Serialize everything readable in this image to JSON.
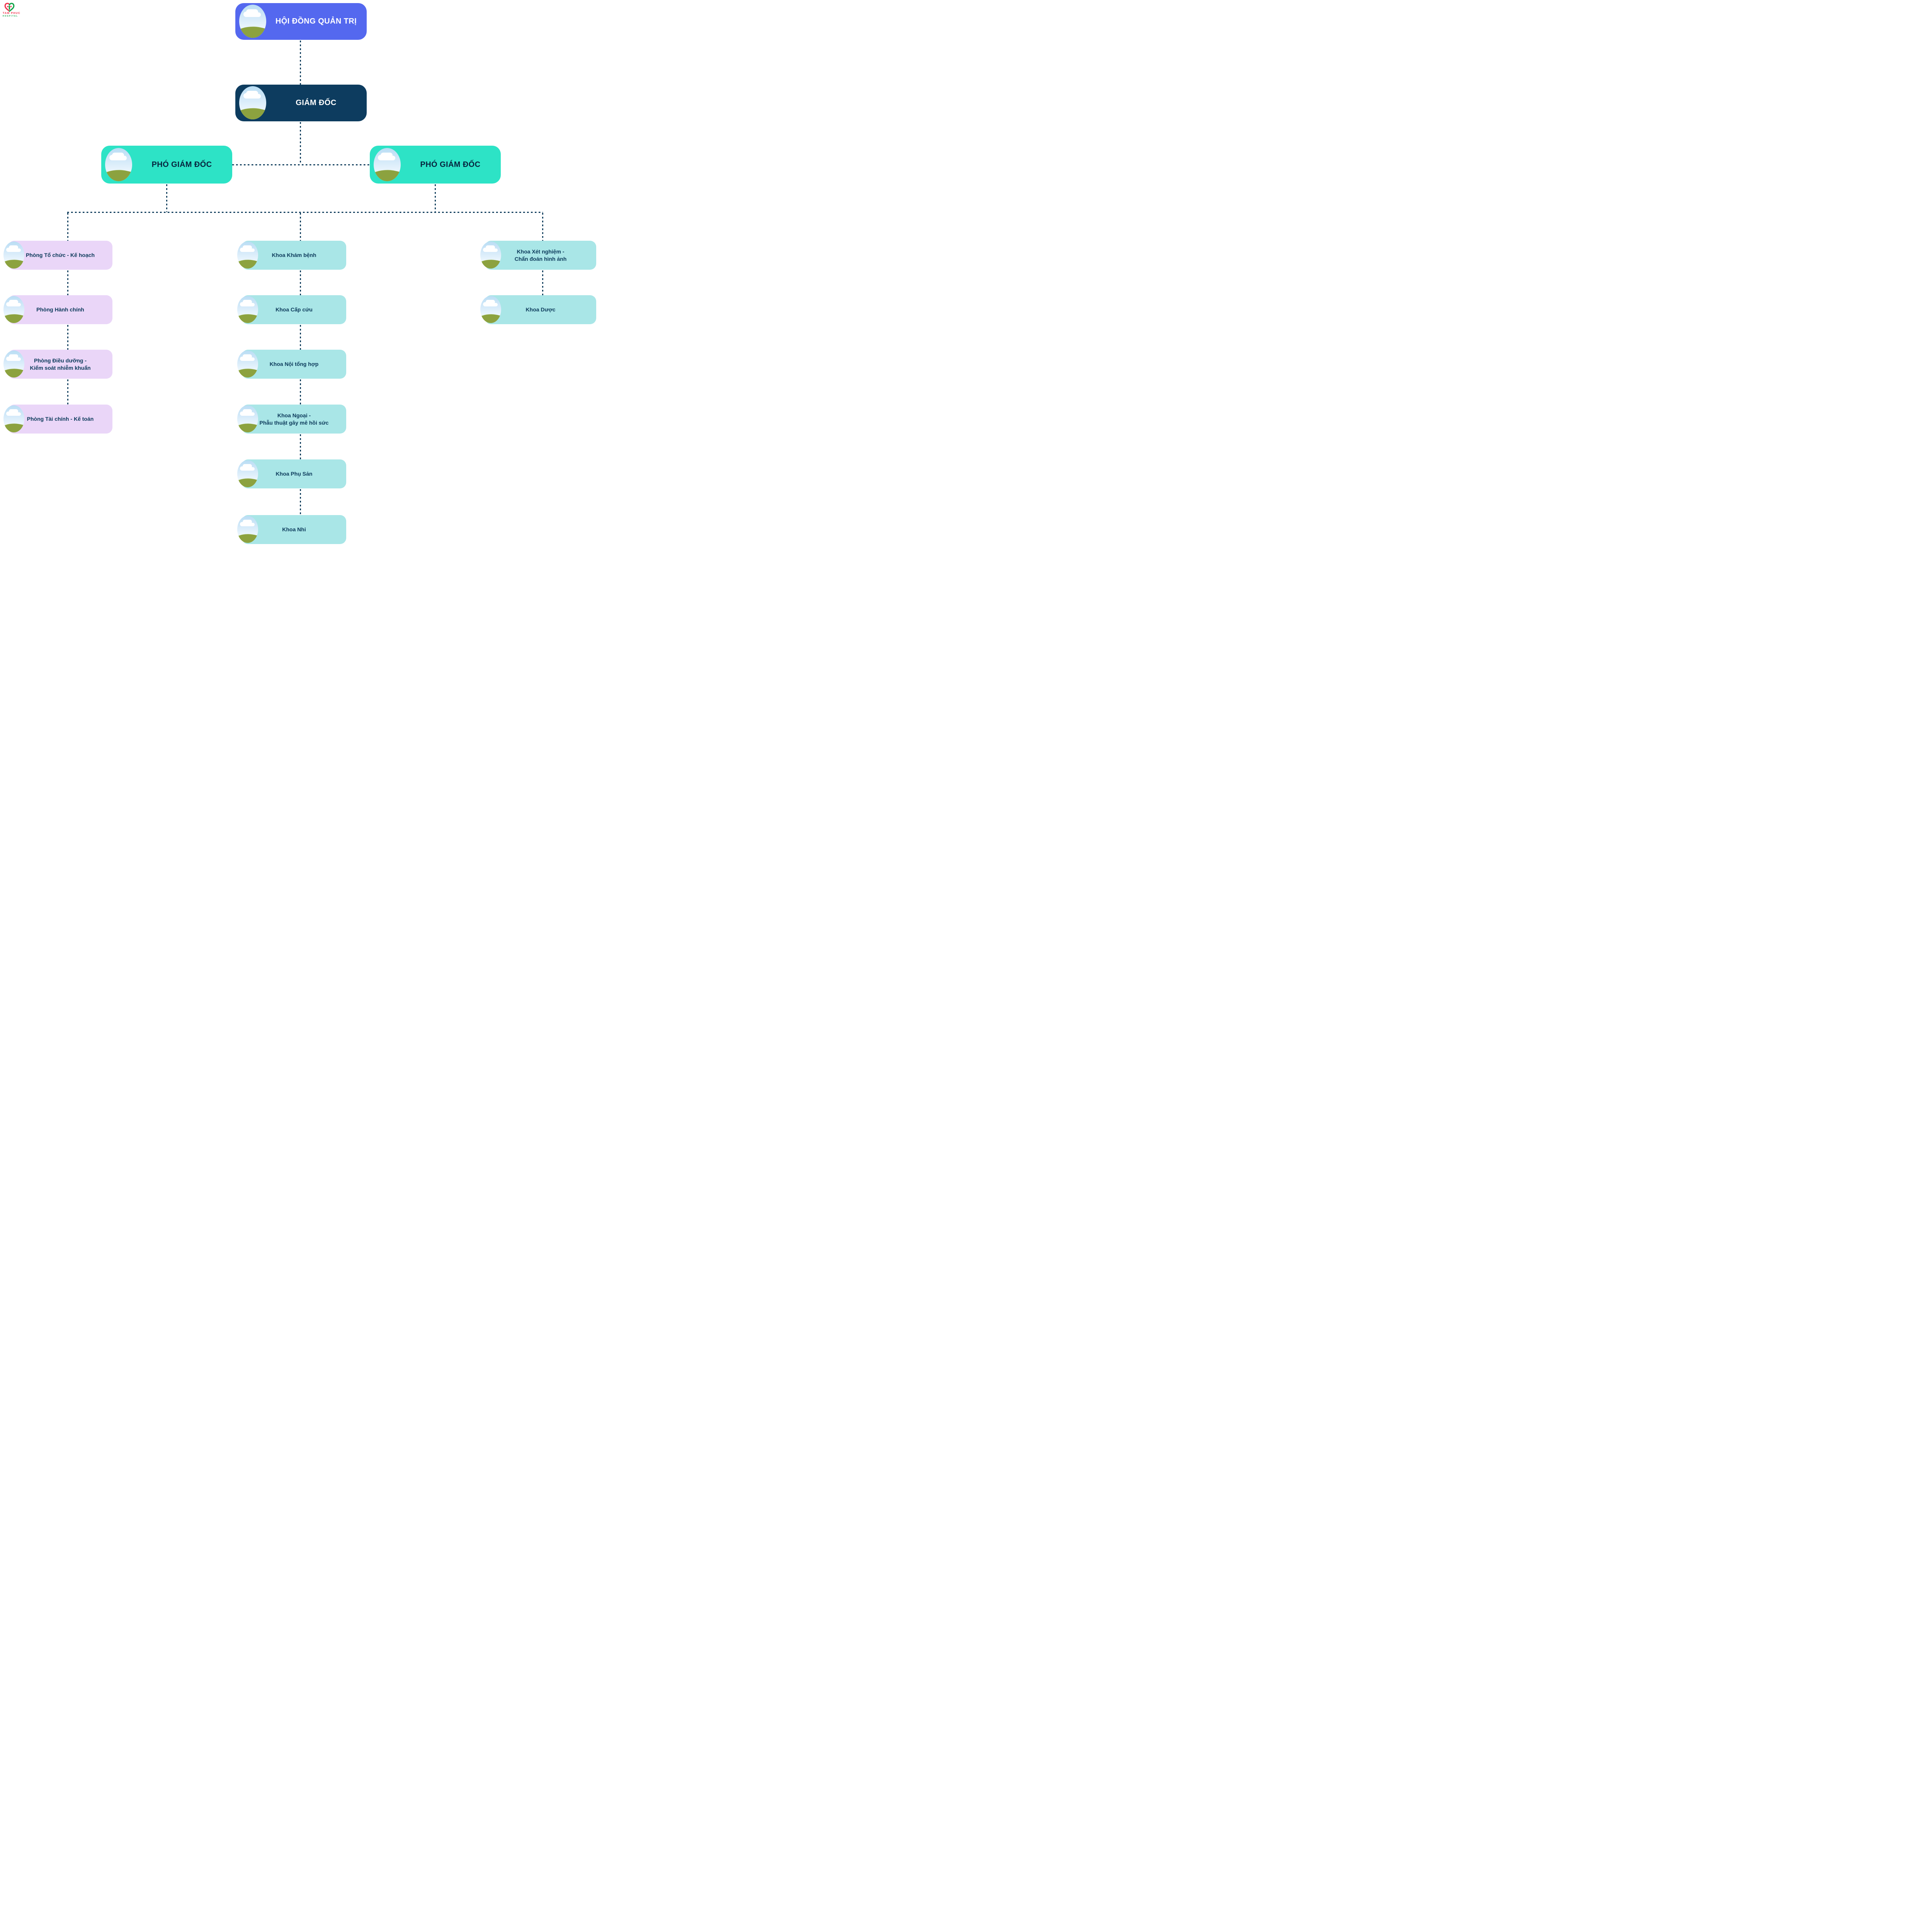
{
  "logo": {
    "line1": "TAM PHUC",
    "line2": "HOSPITAL",
    "red": "#F2334D",
    "green": "#12A349"
  },
  "org_chart": {
    "type": "org-chart",
    "connector_style": "dotted",
    "colors": {
      "board_box": "#5468EF",
      "director_box": "#0D3C5F",
      "deputy_box": "#2DE3C6",
      "department_box": "#EAD6F8",
      "clinical_box": "#A9E6E7",
      "connector": "#0F3D5C",
      "label_light": "#FFFFFF",
      "label_dark": "#0C3A5B"
    },
    "root": {
      "line1": "HỘI ĐỒNG QUẢN TRỊ"
    },
    "director": {
      "line1": "GIÁM ĐỐC"
    },
    "deputies": [
      {
        "line1": "PHÓ GIÁM ĐỐC"
      },
      {
        "line1": "PHÓ GIÁM ĐỐC"
      }
    ],
    "columns": [
      {
        "id": "left",
        "items": [
          {
            "line1": "Phòng Tổ chức - Kế hoạch"
          },
          {
            "line1": "Phòng Hành chính"
          },
          {
            "line1": "Phòng Điều dưỡng -",
            "line2": "Kiểm soát nhiễm khuẩn"
          },
          {
            "line1": "Phòng Tài chính - Kế toán"
          }
        ]
      },
      {
        "id": "middle",
        "items": [
          {
            "line1": "Khoa Khám bệnh"
          },
          {
            "line1": "Khoa Cấp cứu"
          },
          {
            "line1": "Khoa Nội tổng hợp"
          },
          {
            "line1": "Khoa Ngoại -",
            "line2": "Phẫu thuật gây mê hồi sức"
          },
          {
            "line1": "Khoa Phụ Sản"
          },
          {
            "line1": "Khoa Nhi"
          }
        ]
      },
      {
        "id": "right",
        "items": [
          {
            "line1": "Khoa Xét nghiệm -",
            "line2": "Chẩn đoán hình ảnh"
          },
          {
            "line1": "Khoa Dược"
          }
        ]
      }
    ]
  }
}
